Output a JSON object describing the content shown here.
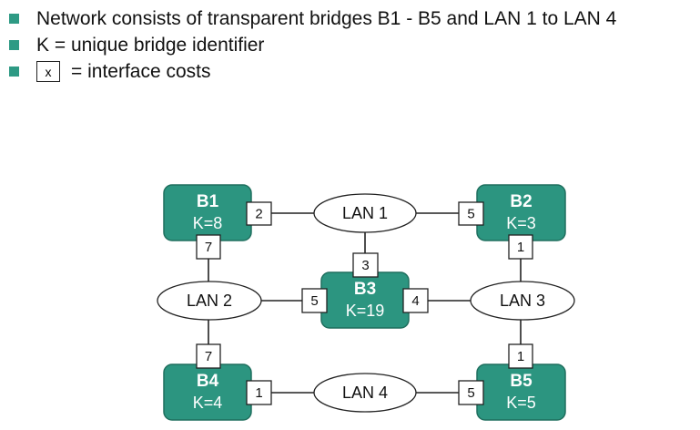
{
  "bullets": {
    "line1": "Network consists of transparent bridges B1 - B5 and LAN 1 to LAN 4",
    "line2": "K = unique bridge identifier",
    "line3_box": "x",
    "line3_text": "= interface costs"
  },
  "colors": {
    "bridge": "#2c9580",
    "bullet": "#2e9a84"
  },
  "diagram": {
    "bridges": [
      {
        "id": "B1",
        "name": "B1",
        "k": "K=8"
      },
      {
        "id": "B2",
        "name": "B2",
        "k": "K=3"
      },
      {
        "id": "B3",
        "name": "B3",
        "k": "K=19"
      },
      {
        "id": "B4",
        "name": "B4",
        "k": "K=4"
      },
      {
        "id": "B5",
        "name": "B5",
        "k": "K=5"
      }
    ],
    "lans": [
      {
        "id": "LAN1",
        "label": "LAN 1"
      },
      {
        "id": "LAN2",
        "label": "LAN 2"
      },
      {
        "id": "LAN3",
        "label": "LAN 3"
      },
      {
        "id": "LAN4",
        "label": "LAN 4"
      }
    ],
    "links": [
      {
        "bridge": "B1",
        "lan": "LAN1",
        "cost": "2"
      },
      {
        "bridge": "B1",
        "lan": "LAN2",
        "cost": "7"
      },
      {
        "bridge": "B2",
        "lan": "LAN1",
        "cost": "5"
      },
      {
        "bridge": "B2",
        "lan": "LAN3",
        "cost": "1"
      },
      {
        "bridge": "B3",
        "lan": "LAN1",
        "cost": "3"
      },
      {
        "bridge": "B3",
        "lan": "LAN2",
        "cost": "5"
      },
      {
        "bridge": "B3",
        "lan": "LAN3",
        "cost": "4"
      },
      {
        "bridge": "B4",
        "lan": "LAN2",
        "cost": "7"
      },
      {
        "bridge": "B4",
        "lan": "LAN4",
        "cost": "1"
      },
      {
        "bridge": "B5",
        "lan": "LAN3",
        "cost": "1"
      },
      {
        "bridge": "B5",
        "lan": "LAN4",
        "cost": "5"
      }
    ]
  }
}
